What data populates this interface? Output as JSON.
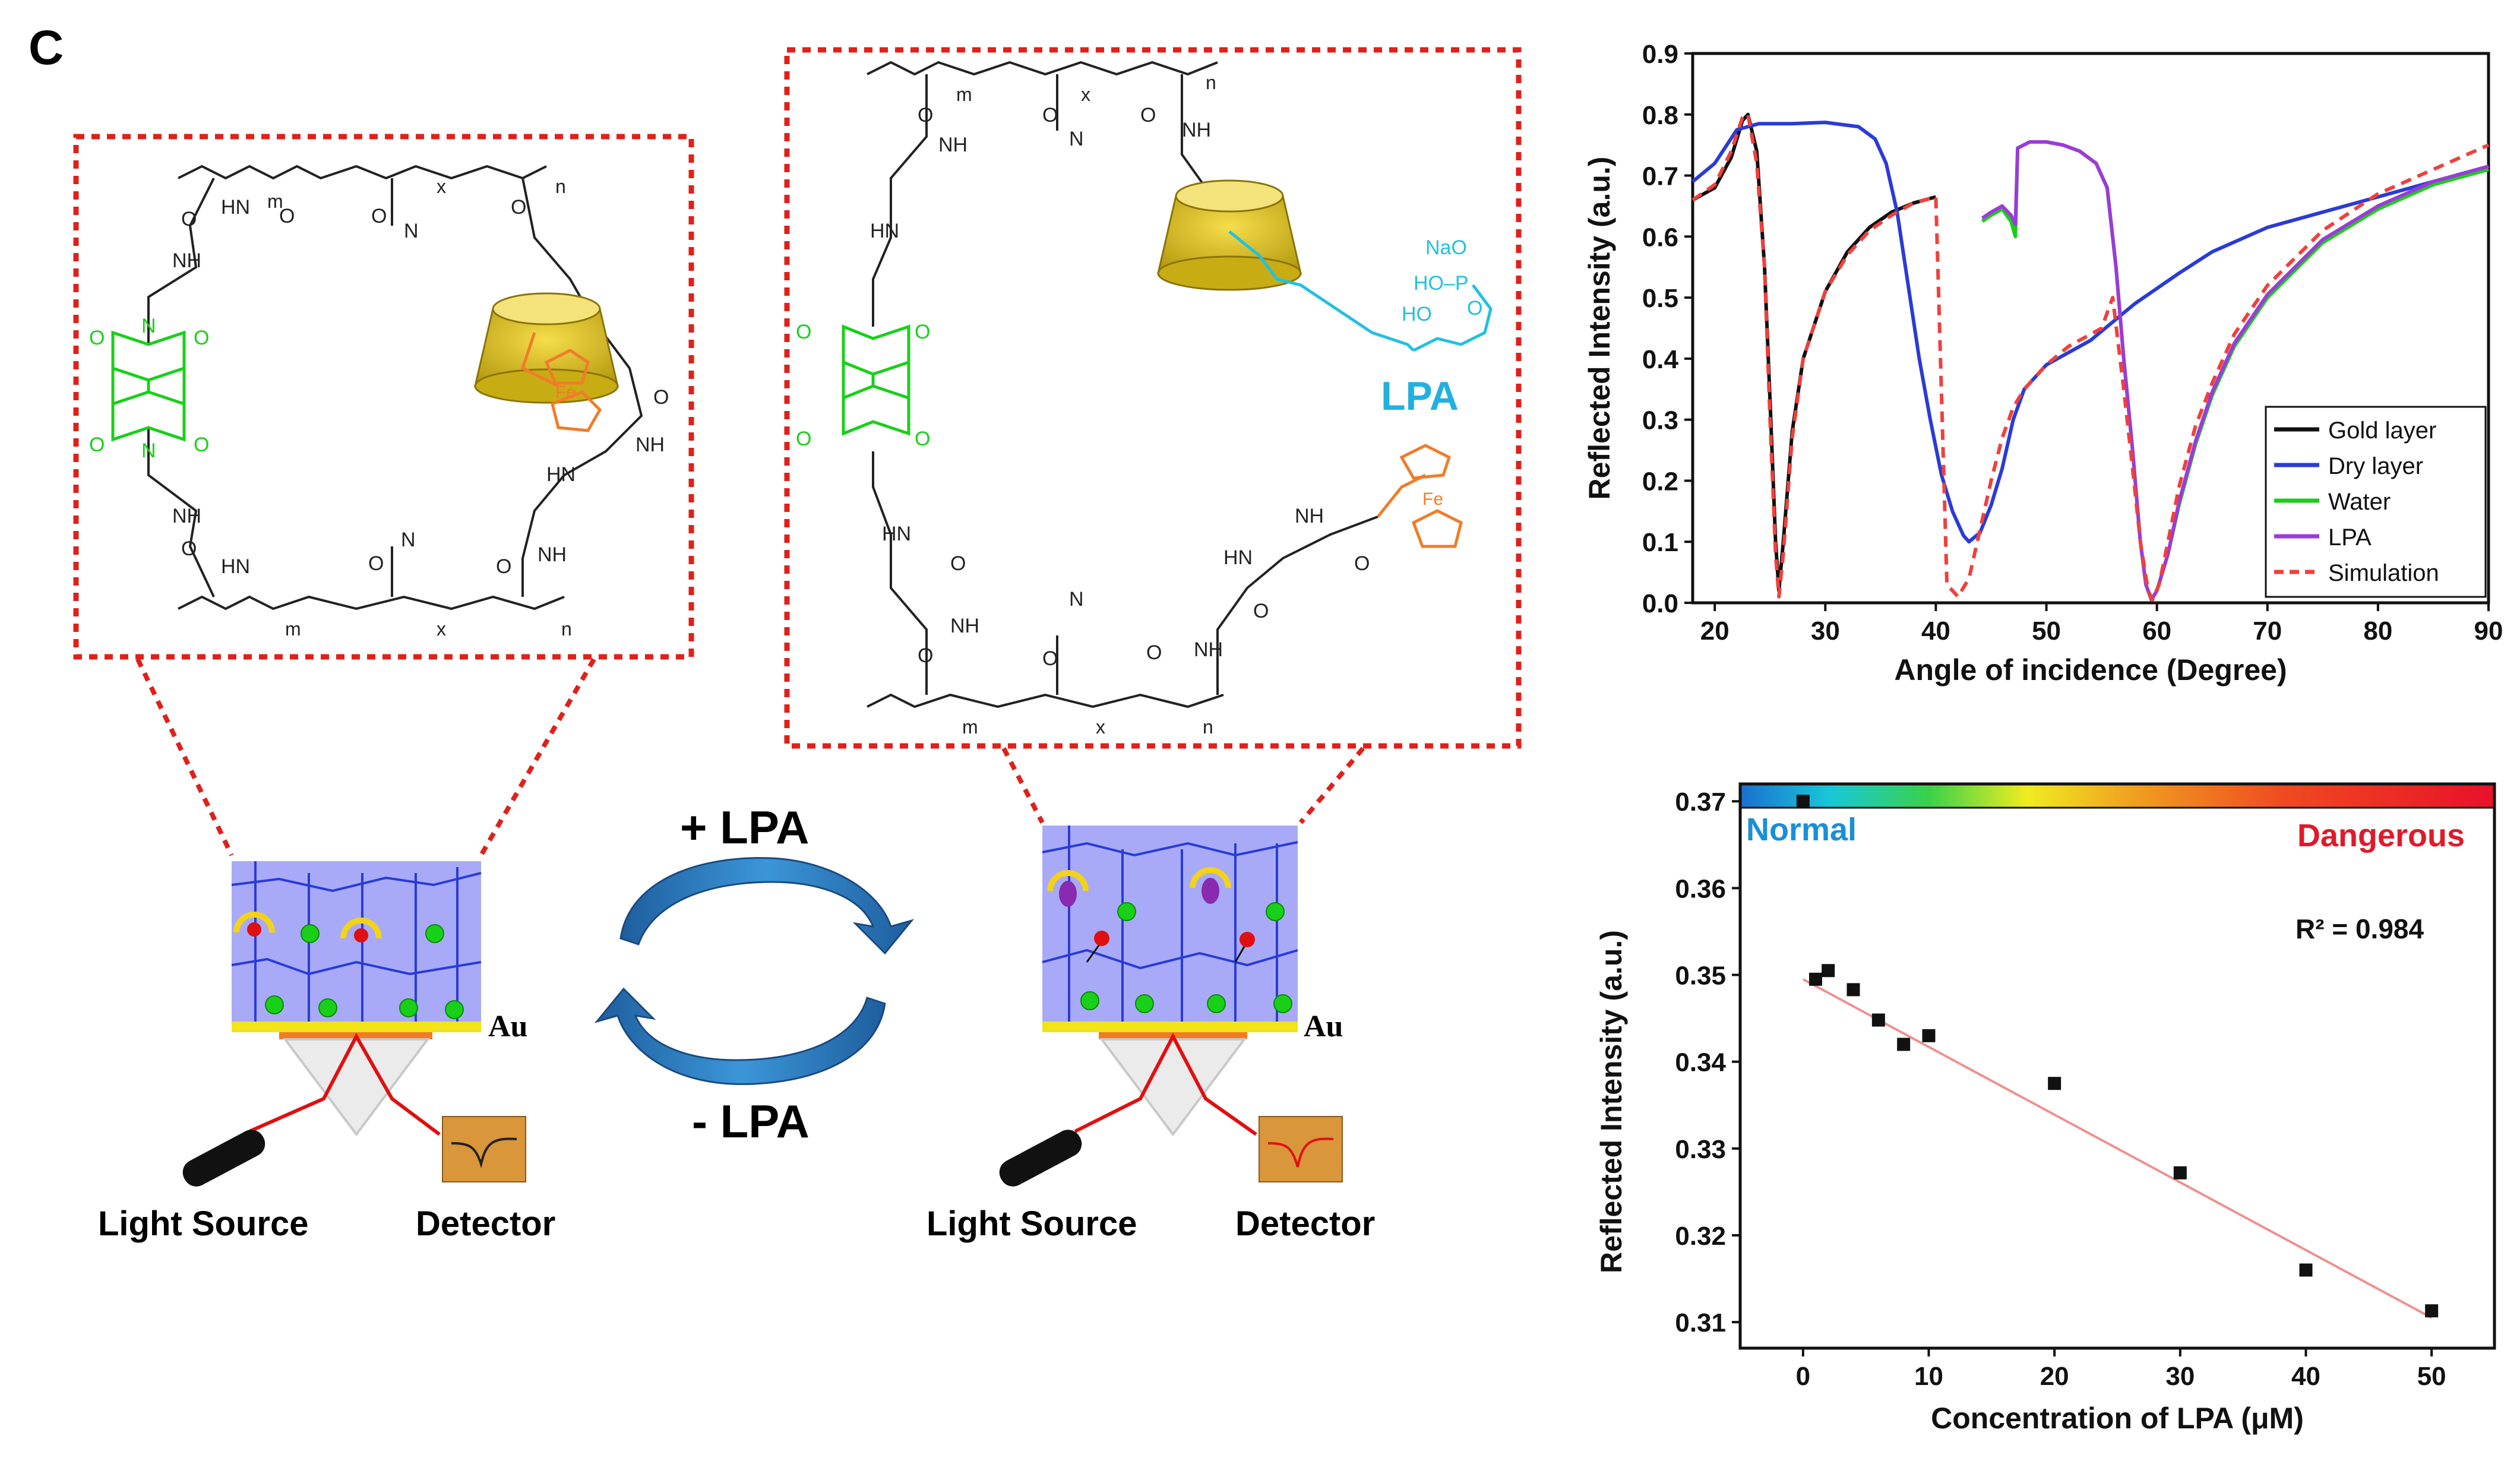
{
  "panel_label": "C",
  "schematic": {
    "add_label": "+ LPA",
    "remove_label": "- LPA",
    "lpa_label": "LPA",
    "au_label": "Au",
    "light_source_label": "Light Source",
    "detector_label": "Detector",
    "atom_labels": {
      "nh": "NH",
      "hn": "HN",
      "o": "O",
      "n": "N",
      "m": "m",
      "x": "x",
      "n_sub": "n",
      "fe": "Fe",
      "na_o": "NaO",
      "ho_p": "HO–P",
      "ho": "HO",
      "o_dbl": "O"
    }
  },
  "colors": {
    "gold": "#d9c51c",
    "blue": "#2a3bd6",
    "green": "#18d018",
    "purple": "#9b3bd8",
    "red_dash": "#f0403c",
    "layer": "#a8aaf7",
    "arrow": "#2f7fc0",
    "box": "#e0201a",
    "ferrocene": "#f07c28",
    "lpa_chain": "#22c0e0"
  },
  "chart_data": [
    {
      "type": "line",
      "xlabel": "Angle of incidence (Degree)",
      "ylabel": "Reflected Intensity (a.u.)",
      "xlim": [
        18,
        90
      ],
      "ylim": [
        0.0,
        0.9
      ],
      "xticks": [
        20,
        30,
        40,
        50,
        60,
        70,
        80,
        90
      ],
      "yticks": [
        0.0,
        0.1,
        0.2,
        0.3,
        0.4,
        0.5,
        0.6,
        0.7,
        0.8,
        0.9
      ],
      "legend_position": "bottom-right",
      "series": [
        {
          "name": "Gold layer",
          "color": "#111111",
          "dash": false,
          "points": [
            [
              18,
              0.66
            ],
            [
              20,
              0.68
            ],
            [
              21.5,
              0.73
            ],
            [
              22.5,
              0.79
            ],
            [
              23,
              0.8
            ],
            [
              23.8,
              0.74
            ],
            [
              24.5,
              0.55
            ],
            [
              25,
              0.33
            ],
            [
              25.5,
              0.1
            ],
            [
              25.8,
              0.02
            ],
            [
              26.2,
              0.1
            ],
            [
              27,
              0.28
            ],
            [
              28,
              0.4
            ],
            [
              30,
              0.51
            ],
            [
              32,
              0.575
            ],
            [
              34,
              0.615
            ],
            [
              36,
              0.64
            ],
            [
              38,
              0.655
            ],
            [
              40,
              0.665
            ]
          ]
        },
        {
          "name": "Dry layer",
          "color": "#2a3bd6",
          "dash": false,
          "points": [
            [
              18,
              0.69
            ],
            [
              20,
              0.72
            ],
            [
              22,
              0.775
            ],
            [
              24,
              0.785
            ],
            [
              27,
              0.785
            ],
            [
              30,
              0.787
            ],
            [
              33,
              0.78
            ],
            [
              34.5,
              0.76
            ],
            [
              35.5,
              0.72
            ],
            [
              36.5,
              0.64
            ],
            [
              37.5,
              0.52
            ],
            [
              38.5,
              0.4
            ],
            [
              39.5,
              0.3
            ],
            [
              40.5,
              0.21
            ],
            [
              41.5,
              0.15
            ],
            [
              42.5,
              0.11
            ],
            [
              43,
              0.1
            ],
            [
              44,
              0.115
            ],
            [
              45,
              0.16
            ],
            [
              46,
              0.22
            ],
            [
              47,
              0.3
            ],
            [
              48,
              0.35
            ],
            [
              50,
              0.39
            ],
            [
              52,
              0.41
            ],
            [
              54,
              0.43
            ],
            [
              56,
              0.46
            ],
            [
              58,
              0.49
            ],
            [
              60,
              0.515
            ],
            [
              62,
              0.54
            ],
            [
              65,
              0.575
            ],
            [
              70,
              0.615
            ],
            [
              75,
              0.64
            ],
            [
              80,
              0.665
            ],
            [
              85,
              0.69
            ],
            [
              90,
              0.715
            ]
          ]
        },
        {
          "name": "Water",
          "color": "#18d018",
          "dash": false,
          "points": [
            [
              44.2,
              0.625
            ],
            [
              45,
              0.635
            ],
            [
              46,
              0.645
            ],
            [
              46.8,
              0.625
            ],
            [
              47.2,
              0.6
            ],
            [
              47.4,
              0.745
            ],
            [
              48.5,
              0.755
            ],
            [
              50,
              0.755
            ],
            [
              51.5,
              0.75
            ],
            [
              53,
              0.74
            ],
            [
              54.5,
              0.72
            ],
            [
              55.5,
              0.68
            ],
            [
              56.3,
              0.55
            ],
            [
              57,
              0.4
            ],
            [
              57.8,
              0.25
            ],
            [
              58.5,
              0.1
            ],
            [
              59,
              0.03
            ],
            [
              59.5,
              0.005
            ],
            [
              60,
              0.02
            ],
            [
              61,
              0.08
            ],
            [
              62,
              0.16
            ],
            [
              63.5,
              0.26
            ],
            [
              65,
              0.34
            ],
            [
              67,
              0.42
            ],
            [
              70,
              0.5
            ],
            [
              75,
              0.59
            ],
            [
              80,
              0.645
            ],
            [
              85,
              0.685
            ],
            [
              90,
              0.71
            ]
          ]
        },
        {
          "name": "LPA",
          "color": "#9b3bd8",
          "dash": false,
          "points": [
            [
              44.2,
              0.63
            ],
            [
              45,
              0.64
            ],
            [
              46,
              0.65
            ],
            [
              46.8,
              0.635
            ],
            [
              47.2,
              0.62
            ],
            [
              47.4,
              0.745
            ],
            [
              48.5,
              0.755
            ],
            [
              50,
              0.755
            ],
            [
              51.5,
              0.75
            ],
            [
              53,
              0.74
            ],
            [
              54.5,
              0.72
            ],
            [
              55.5,
              0.68
            ],
            [
              56.3,
              0.55
            ],
            [
              57,
              0.4
            ],
            [
              57.8,
              0.25
            ],
            [
              58.5,
              0.1
            ],
            [
              59,
              0.03
            ],
            [
              59.5,
              0.005
            ],
            [
              60,
              0.02
            ],
            [
              61,
              0.08
            ],
            [
              62,
              0.165
            ],
            [
              63.5,
              0.265
            ],
            [
              65,
              0.345
            ],
            [
              67,
              0.425
            ],
            [
              70,
              0.505
            ],
            [
              75,
              0.595
            ],
            [
              80,
              0.65
            ],
            [
              85,
              0.69
            ],
            [
              90,
              0.715
            ]
          ]
        },
        {
          "name": "Simulation",
          "color": "#f0403c",
          "dash": true,
          "points": [
            [
              18,
              0.66
            ],
            [
              20,
              0.685
            ],
            [
              21.5,
              0.74
            ],
            [
              22.5,
              0.795
            ],
            [
              23,
              0.8
            ],
            [
              23.8,
              0.72
            ],
            [
              24.5,
              0.55
            ],
            [
              25,
              0.3
            ],
            [
              25.5,
              0.08
            ],
            [
              25.8,
              0.01
            ],
            [
              26.2,
              0.08
            ],
            [
              27,
              0.27
            ],
            [
              28,
              0.4
            ],
            [
              30,
              0.51
            ],
            [
              32,
              0.57
            ],
            [
              34,
              0.61
            ],
            [
              36,
              0.635
            ],
            [
              38,
              0.655
            ],
            [
              40,
              0.665
            ],
            [
              41,
              0.03
            ],
            [
              42,
              0.01
            ],
            [
              43,
              0.04
            ],
            [
              44,
              0.12
            ],
            [
              45,
              0.2
            ],
            [
              46,
              0.27
            ],
            [
              47,
              0.32
            ],
            [
              48,
              0.35
            ],
            [
              50,
              0.39
            ],
            [
              52,
              0.42
            ],
            [
              54,
              0.44
            ],
            [
              55,
              0.45
            ],
            [
              56,
              0.5
            ],
            [
              57,
              0.35
            ],
            [
              57.8,
              0.22
            ],
            [
              58.5,
              0.1
            ],
            [
              59.2,
              0.02
            ],
            [
              59.6,
              0.005
            ],
            [
              60.2,
              0.03
            ],
            [
              61,
              0.1
            ],
            [
              62,
              0.19
            ],
            [
              63.5,
              0.29
            ],
            [
              65,
              0.36
            ],
            [
              67,
              0.44
            ],
            [
              70,
              0.52
            ],
            [
              75,
              0.61
            ],
            [
              80,
              0.67
            ],
            [
              85,
              0.71
            ],
            [
              90,
              0.75
            ]
          ]
        }
      ]
    },
    {
      "type": "scatter",
      "xlabel": "Concentration of LPA (μM)",
      "ylabel": "Reflected Intensity (a.u.)",
      "xlim": [
        -5,
        55
      ],
      "ylim": [
        0.307,
        0.372
      ],
      "xticks": [
        0,
        10,
        20,
        30,
        40,
        50
      ],
      "yticks": [
        0.31,
        0.32,
        0.33,
        0.34,
        0.35,
        0.36,
        0.37
      ],
      "annotation": "R² = 0.984",
      "colorbar_labels": {
        "low": "Normal",
        "high": "Dangerous"
      },
      "fit_line": {
        "x": [
          0,
          50
        ],
        "y": [
          0.3495,
          0.3105
        ],
        "color": "#f09090"
      },
      "points": [
        [
          0,
          0.37
        ],
        [
          1,
          0.3495
        ],
        [
          2,
          0.3505
        ],
        [
          4,
          0.3483
        ],
        [
          6,
          0.3448
        ],
        [
          8,
          0.342
        ],
        [
          10,
          0.343
        ],
        [
          20,
          0.3375
        ],
        [
          30,
          0.3272
        ],
        [
          40,
          0.316
        ],
        [
          50,
          0.3113
        ]
      ]
    }
  ]
}
